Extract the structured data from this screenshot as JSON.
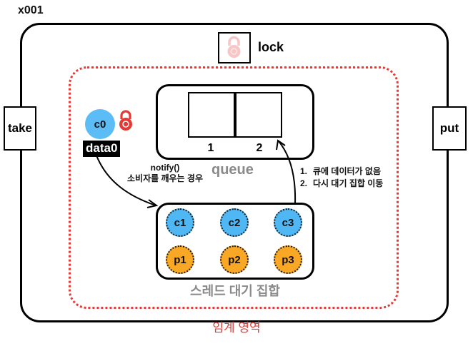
{
  "object_label": "x001",
  "lock": {
    "label": "lock",
    "icon": "padlock-icon",
    "icon_color": "#f7c6c6"
  },
  "methods": {
    "take": "take",
    "put": "put"
  },
  "queue": {
    "label": "queue",
    "slots": [
      {
        "index": "1"
      },
      {
        "index": "2"
      }
    ]
  },
  "running_thread": {
    "name": "c0",
    "data": "data0",
    "lock_icon": "padlock-icon",
    "lock_color": "#e53935"
  },
  "notify_annotation": {
    "line1": "notify()",
    "line2": "소비자를 깨우는 경우"
  },
  "steps": [
    {
      "num": "1.",
      "text": "큐에 데이터가 없음"
    },
    {
      "num": "2.",
      "text": "다시 대기 집합 이동"
    }
  ],
  "wait_set": {
    "label": "스레드 대기 집합",
    "consumers": [
      "c1",
      "c2",
      "c3"
    ],
    "producers": [
      "p1",
      "p2",
      "p3"
    ]
  },
  "critical_section": {
    "label": "임계 영역",
    "color": "#e53935"
  },
  "colors": {
    "consumer": "#4fb8f4",
    "producer": "#f9a825",
    "muted_label": "#8a8a8a"
  }
}
